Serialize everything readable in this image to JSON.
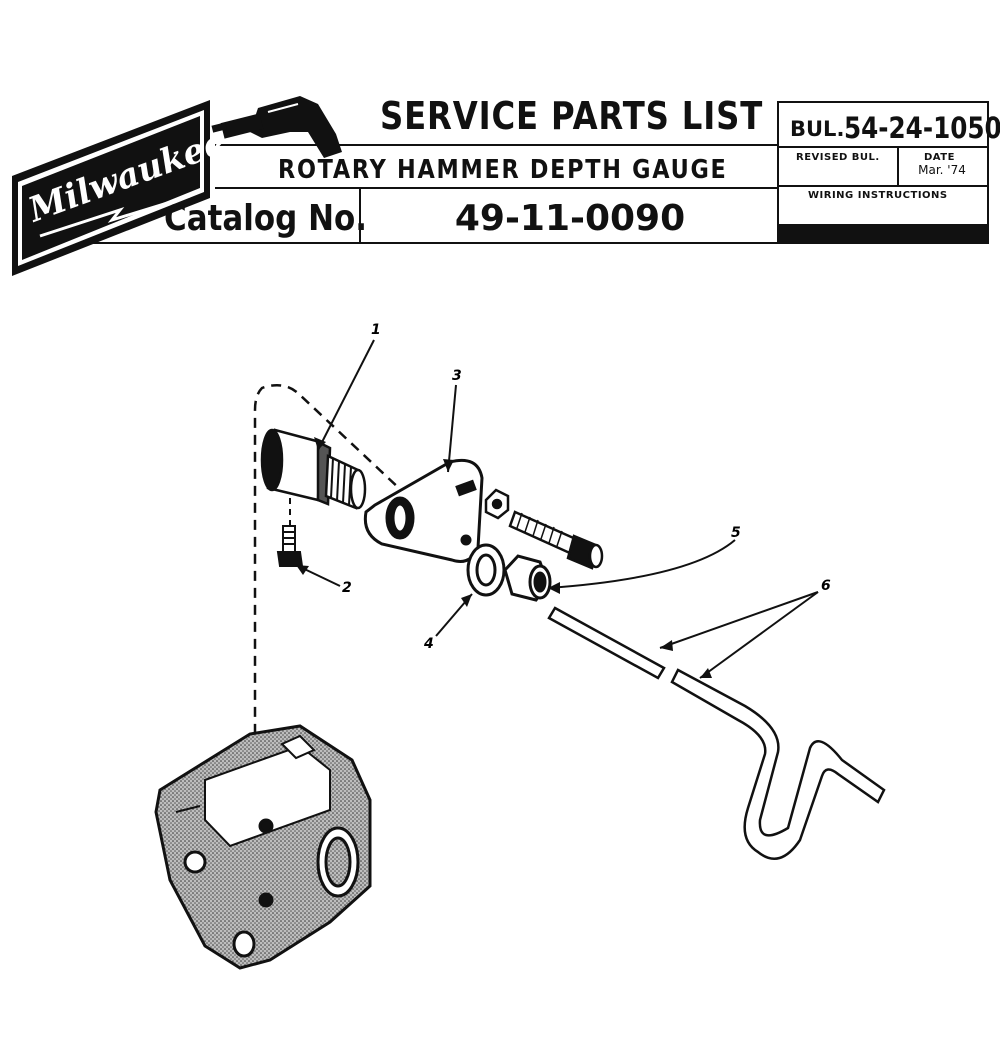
{
  "brand": {
    "logo_text": "Milwaukee"
  },
  "header": {
    "title": "SERVICE PARTS LIST",
    "subtitle": "ROTARY HAMMER DEPTH GAUGE",
    "catalog_label": "Catalog No.",
    "catalog_number": "49-11-0090"
  },
  "bulletin": {
    "prefix": "BUL.",
    "number": "54-24-1050",
    "revised_label": "REVISED BUL.",
    "date_label": "DATE",
    "date_value": "Mar. '74",
    "wiring_label": "WIRING INSTRUCTIONS"
  },
  "callouts": [
    {
      "id": "1",
      "label": "1"
    },
    {
      "id": "2",
      "label": "2"
    },
    {
      "id": "3",
      "label": "3"
    },
    {
      "id": "4",
      "label": "4"
    },
    {
      "id": "5",
      "label": "5"
    },
    {
      "id": "6",
      "label": "6"
    }
  ],
  "colors": {
    "ink": "#111111",
    "paper": "#ffffff"
  }
}
